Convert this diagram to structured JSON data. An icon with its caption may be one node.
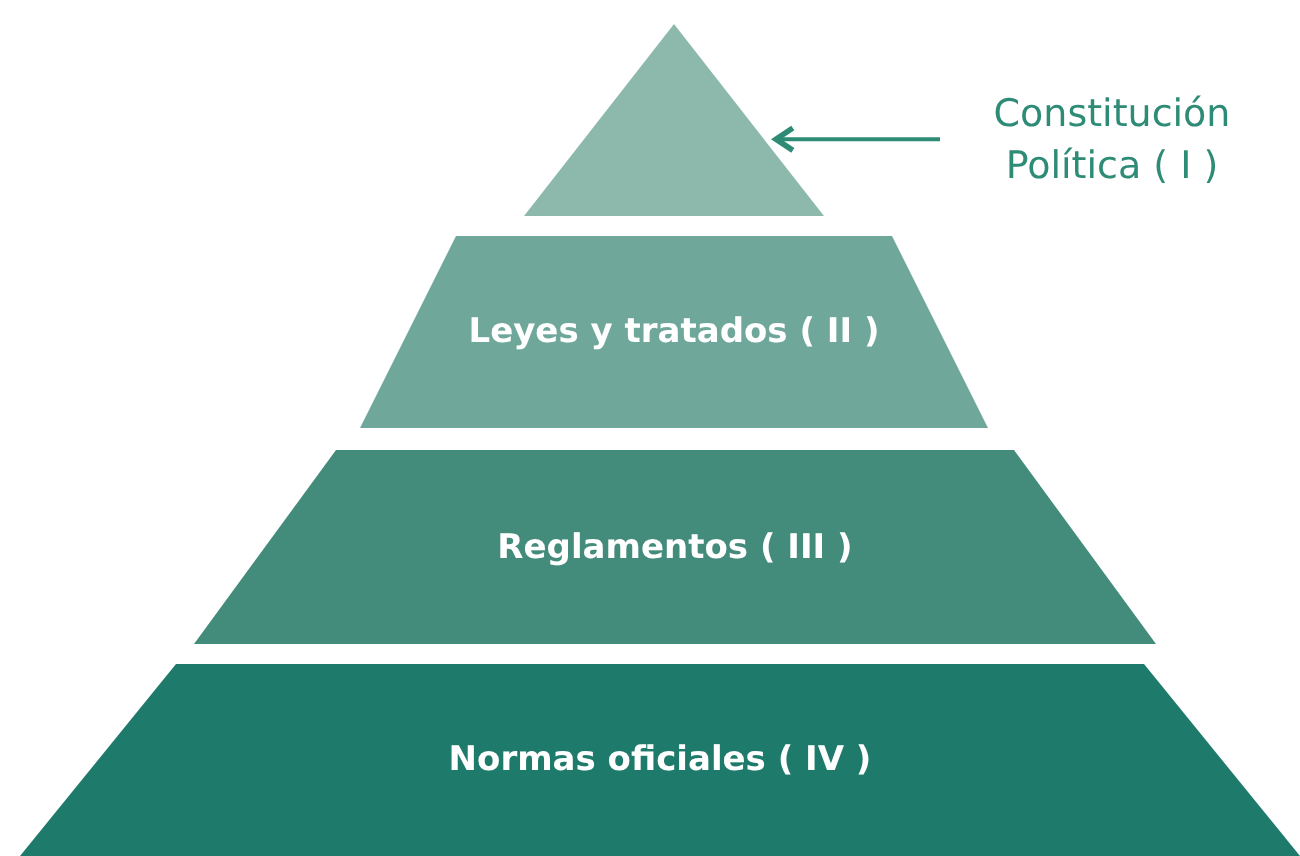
{
  "diagram": {
    "nodes": [
      {
        "text": [],
        "shape": "triangle"
      },
      {
        "text": [
          "Constitución Política ( I )"
        ]
      },
      {
        "text": [
          "Leyes y tratados ( II )"
        ]
      },
      {
        "text": [
          "Reglamentos ( III )"
        ]
      },
      {
        "text": [
          "Normas oficiales ( IV )"
        ]
      }
    ],
    "edges": [
      {
        "from": 1,
        "to": 0,
        "arrow": "to"
      }
    ]
  }
}
